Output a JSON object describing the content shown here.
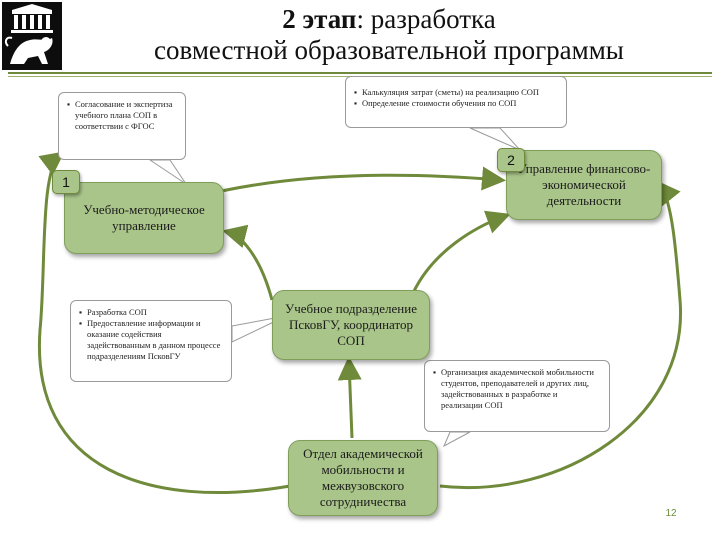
{
  "title": {
    "bold": "2 этап",
    "rest": ": разработка",
    "line2": "совместной образовательной программы"
  },
  "nodes": {
    "umu": "Учебно-методическое управление",
    "finance": "Управление финансово-экономической деятельности",
    "sub": "Учебное подразделение ПсковГУ, координатор СОП",
    "dept": "Отдел академической мобильности и межвузовского сотрудничества"
  },
  "badges": {
    "one": "1",
    "two": "2"
  },
  "notes": {
    "approval": [
      "Согласование и экспертиза учебного плана СОП в соответствии с ФГОС"
    ],
    "costing": [
      "Калькуляция затрат (сметы) на реализацию СОП",
      "Определение стоимости обучения по СОП"
    ],
    "development": [
      "Разработка СОП",
      "Предоставление информации и оказание содействия задействованным в данном процессе подразделениям ПсковГУ"
    ],
    "mobility": [
      "Организация академической мобильности студентов, преподавателей и других лиц, задействованных в разработке и реализации СОП"
    ]
  },
  "page_number": "12",
  "colors": {
    "box_fill": "#a9c58a",
    "arrow": "#6f8a3a",
    "accent": "#6b8d3a"
  },
  "icons": {
    "logo": "university-lion-logo"
  }
}
